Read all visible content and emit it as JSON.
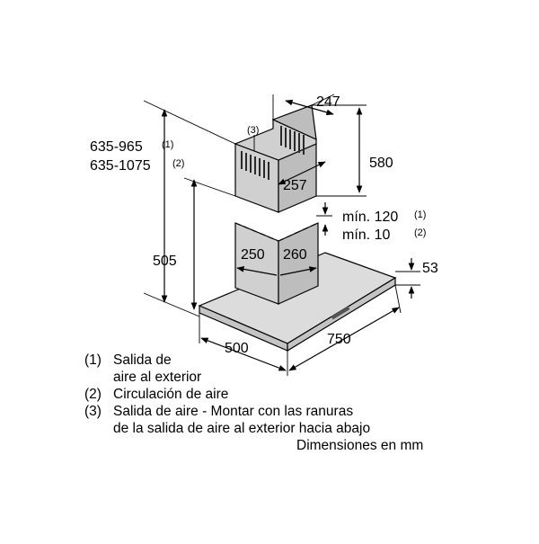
{
  "diagram": {
    "dimensions": {
      "d247": "247",
      "d580": "580",
      "d257": "257",
      "d250": "250",
      "d260": "260",
      "d505": "505",
      "d53": "53",
      "d500": "500",
      "d750": "750",
      "range1": "635-965",
      "range1_note": "(1)",
      "range2": "635-1075",
      "range2_note": "(2)",
      "min1": "mín. 120",
      "min1_note": "(1)",
      "min2": "mín. 10",
      "min2_note": "(2)",
      "callout3": "(3)"
    },
    "legend": [
      {
        "num": "(1)",
        "text": "Salida de"
      },
      {
        "num": "",
        "text": "aire al exterior"
      },
      {
        "num": "(2)",
        "text": "Circulación de aire"
      },
      {
        "num": "(3)",
        "text": "Salida de aire - Montar con las ranuras"
      },
      {
        "num": "",
        "text": "de la salida de aire al exterior hacia abajo"
      }
    ],
    "units_note": "Dimensiones en mm",
    "colors": {
      "line": "#000000",
      "chimney": "#d0d0d0",
      "hood": "#c4c4c4"
    }
  }
}
